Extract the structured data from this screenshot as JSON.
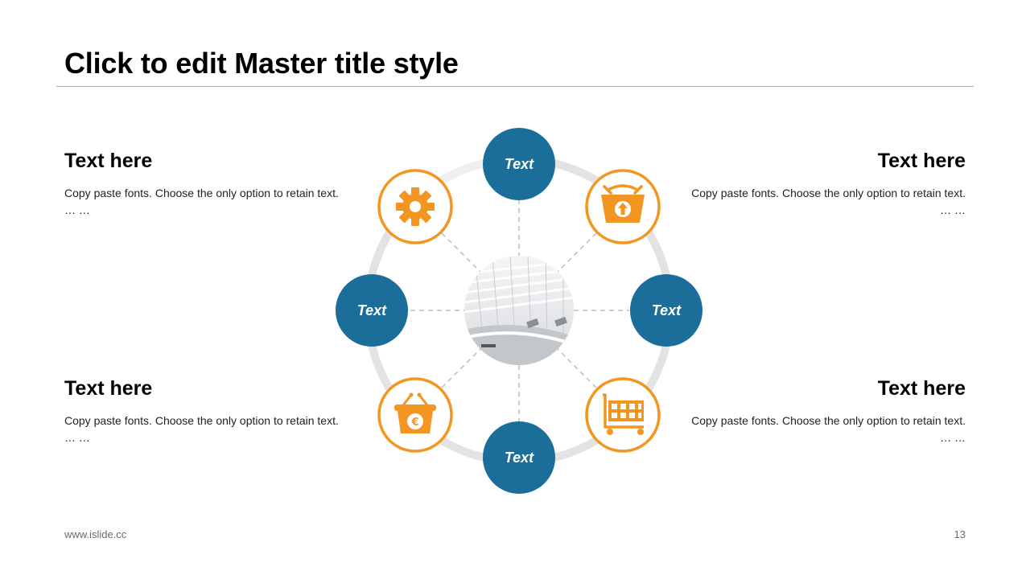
{
  "title": "Click to edit Master title style",
  "blocks": [
    {
      "heading": "Text here",
      "body": "Copy paste fonts. Choose the only option to retain text.",
      "ellipsis": "… …"
    },
    {
      "heading": "Text here",
      "body": "Copy paste fonts. Choose the only option to retain text.",
      "ellipsis": "… …"
    },
    {
      "heading": "Text here",
      "body": "Copy paste fonts. Choose the only option to retain text.",
      "ellipsis": "… …"
    },
    {
      "heading": "Text here",
      "body": "Copy paste fonts. Choose the only option to retain text.",
      "ellipsis": "… …"
    }
  ],
  "nodes": {
    "top": "Text",
    "left": "Text",
    "right": "Text",
    "bottom": "Text"
  },
  "icons": [
    "gear-icon",
    "basket-upload-icon",
    "basket-euro-icon",
    "shopping-cart-icon"
  ],
  "colors": {
    "blue_node": "#1a6e99",
    "orange_icon": "#f39521",
    "ring": "#e3e3e3",
    "dash": "#bdbdbd"
  },
  "footer": {
    "url": "www.islide.cc",
    "page": "13"
  }
}
